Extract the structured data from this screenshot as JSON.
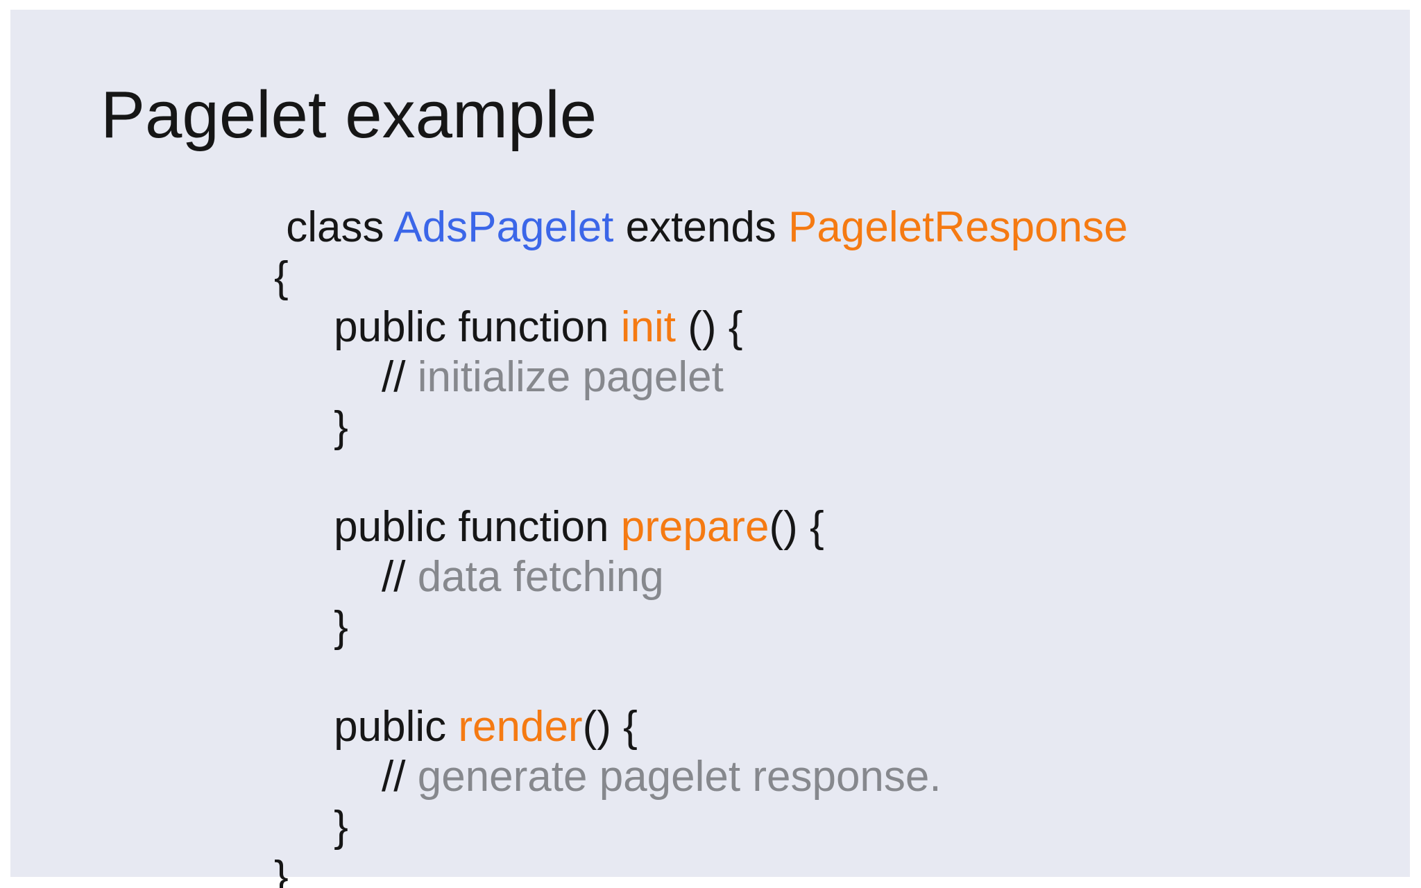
{
  "slide": {
    "title": "Pagelet example",
    "colors": {
      "page_background": "#ffffff",
      "slide_background": "#e7e9f2",
      "title_text": "#161616",
      "plain": "#161616",
      "classname": "#3b66e8",
      "highlight": "#f57a12",
      "comment": "#86888d"
    },
    "code": {
      "lines": [
        {
          "segments": [
            {
              "text": " class ",
              "style": "plain"
            },
            {
              "text": "AdsPagelet",
              "style": "classname"
            },
            {
              "text": " extends ",
              "style": "plain"
            },
            {
              "text": "PageletResponse",
              "style": "highlight"
            }
          ]
        },
        {
          "segments": [
            {
              "text": "{",
              "style": "plain"
            }
          ]
        },
        {
          "segments": [
            {
              "text": "     public function ",
              "style": "plain"
            },
            {
              "text": "init",
              "style": "highlight"
            },
            {
              "text": " () {",
              "style": "plain"
            }
          ]
        },
        {
          "segments": [
            {
              "text": "         // ",
              "style": "plain"
            },
            {
              "text": "initialize pagelet",
              "style": "comment"
            }
          ]
        },
        {
          "segments": [
            {
              "text": "     }",
              "style": "plain"
            }
          ]
        },
        {
          "segments": []
        },
        {
          "segments": [
            {
              "text": "     public function ",
              "style": "plain"
            },
            {
              "text": "prepare",
              "style": "highlight"
            },
            {
              "text": "() {",
              "style": "plain"
            }
          ]
        },
        {
          "segments": [
            {
              "text": "         // ",
              "style": "plain"
            },
            {
              "text": "data fetching",
              "style": "comment"
            }
          ]
        },
        {
          "segments": [
            {
              "text": "     }",
              "style": "plain"
            }
          ]
        },
        {
          "segments": []
        },
        {
          "segments": [
            {
              "text": "     public ",
              "style": "plain"
            },
            {
              "text": "render",
              "style": "highlight"
            },
            {
              "text": "() {",
              "style": "plain"
            }
          ]
        },
        {
          "segments": [
            {
              "text": "         // ",
              "style": "plain"
            },
            {
              "text": "generate pagelet response.",
              "style": "comment"
            }
          ]
        },
        {
          "segments": [
            {
              "text": "     }",
              "style": "plain"
            }
          ]
        },
        {
          "segments": [
            {
              "text": "}",
              "style": "plain"
            }
          ]
        }
      ]
    }
  }
}
